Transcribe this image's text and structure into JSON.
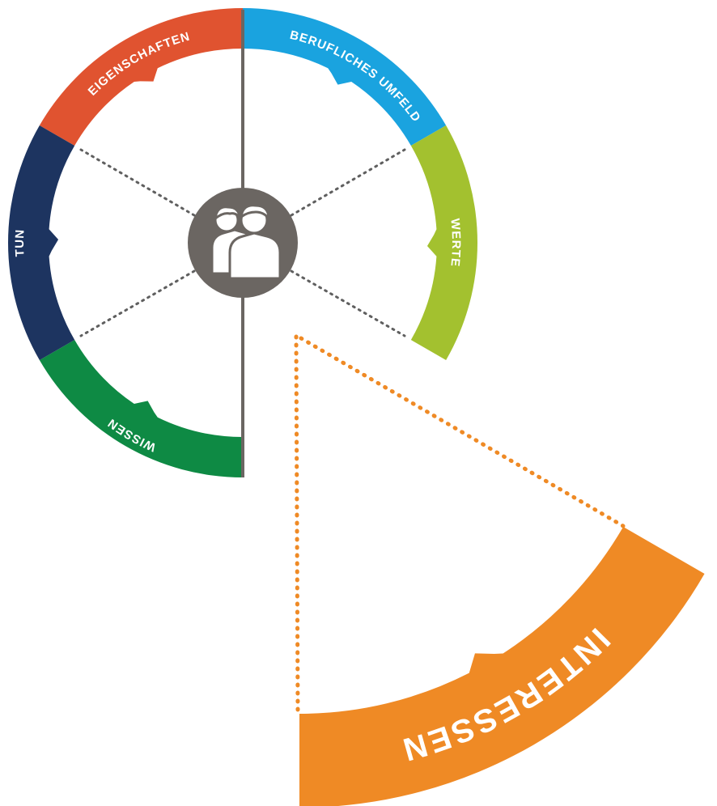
{
  "segments": [
    {
      "id": "eigenschaften",
      "label": "EIGENSCHAFTEN",
      "color": "#e05330"
    },
    {
      "id": "berufliches-umfeld",
      "label": "BERUFLICHES UMFELD",
      "color": "#1aa3df"
    },
    {
      "id": "werte",
      "label": "WERTE",
      "color": "#a3c12f"
    },
    {
      "id": "wissen",
      "label": "WISSEN",
      "color": "#0e8a44"
    },
    {
      "id": "tun",
      "label": "TUN",
      "color": "#1d3460"
    }
  ],
  "highlight": {
    "id": "interessen",
    "label": "INTERESSEN",
    "color": "#ef8a25"
  },
  "colors": {
    "center_circle": "#6b6662",
    "divider": "#6b6662",
    "dotted": "#5f5f5f",
    "highlight_dotted": "#ef8a25"
  },
  "center_icon": "people-group-icon"
}
